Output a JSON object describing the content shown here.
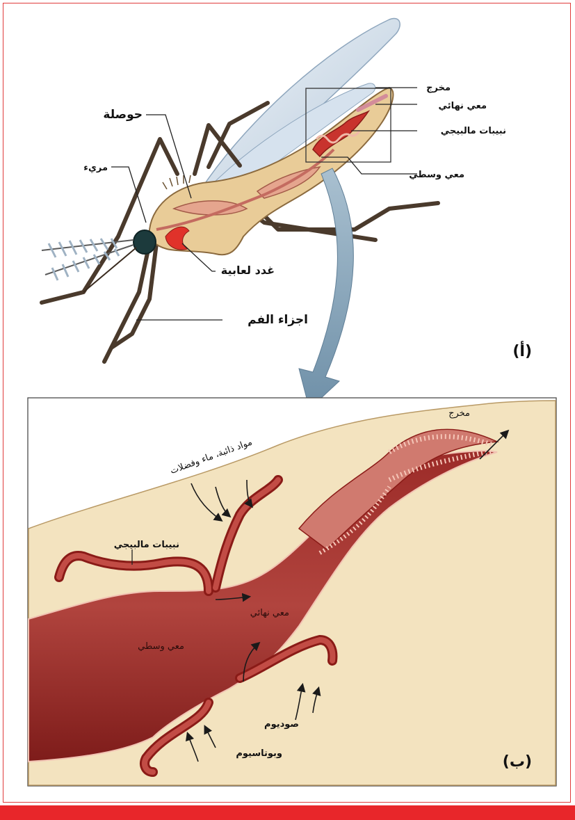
{
  "colors": {
    "border": "#e03a3a",
    "accent_bar": "#e8262a",
    "body_tan": "#e9cc98",
    "gut_dark": "#8c1f1e",
    "gut_light": "#c9706a",
    "arrow_blue": "#7d9db3",
    "panel_bg": "#f3e3bf"
  },
  "panel_a": {
    "marker": "(أ)",
    "labels": {
      "crop": "حوصلة",
      "esophagus": "مريء",
      "salivary_glands": "غدد لعابية",
      "mouthparts": "اجزاء الفم",
      "anus": "مخرج",
      "hindgut": "معي نهائي",
      "malpighian": "نبيبات مالبيجي",
      "midgut": "معي وسطي"
    }
  },
  "panel_b": {
    "marker": "(ب)",
    "labels": {
      "anus": "مخرج",
      "solutes": "مواد ذائبة، ماء وفضلات",
      "malpighian": "نبيبات مالبيجي",
      "hindgut": "معي نهائي",
      "midgut": "معي وسطي",
      "sodium": "صوديوم",
      "potassium": "وبوتاسيوم"
    }
  }
}
